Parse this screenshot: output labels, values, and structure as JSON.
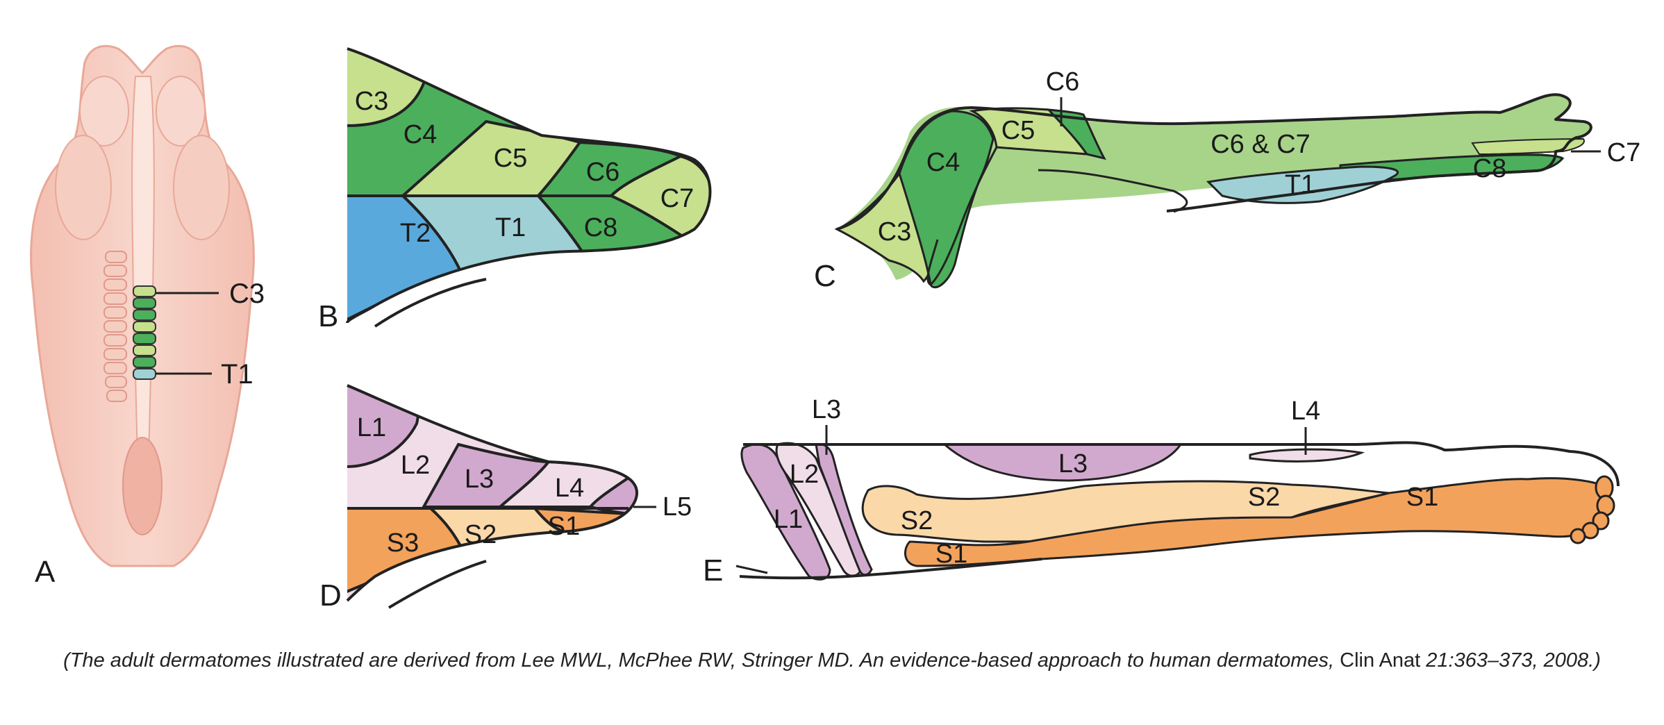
{
  "panels": {
    "a": {
      "letter": "A",
      "labels": {
        "c3": "C3",
        "t1": "T1"
      }
    },
    "b": {
      "letter": "B",
      "segments": {
        "c3": "C3",
        "c4": "C4",
        "c5": "C5",
        "c6": "C6",
        "c7": "C7",
        "c8": "C8",
        "t1": "T1",
        "t2": "T2"
      }
    },
    "c": {
      "letter": "C",
      "segments": {
        "c3": "C3",
        "c4": "C4",
        "c5": "C5",
        "c6": "C6",
        "c6c7": "C6 & C7",
        "c7": "C7",
        "c8": "C8",
        "t1": "T1"
      }
    },
    "d": {
      "letter": "D",
      "segments": {
        "l1": "L1",
        "l2": "L2",
        "l3": "L3",
        "l4": "L4",
        "l5": "L5",
        "s1": "S1",
        "s2": "S2",
        "s3": "S3"
      }
    },
    "e": {
      "letter": "E",
      "segments": {
        "l1": "L1",
        "l2": "L2",
        "l3_top": "L3",
        "l3": "L3",
        "l4": "L4",
        "s1_left": "S1",
        "s1_right": "S1",
        "s2_left": "S2",
        "s2_right": "S2"
      }
    }
  },
  "caption": {
    "part1": "(The adult dermatomes illustrated are derived from Lee MWL, McPhee RW, Stringer MD. An evidence-based approach to human dermatomes,",
    "part2": " Clin Anat ",
    "part3": "21:363–373, 2008.)"
  },
  "colors": {
    "dark_green": "#4caf5c",
    "light_green": "#c6e08e",
    "mid_green": "#a8d48a",
    "blue": "#5aa9dc",
    "light_blue": "#9fd0d6",
    "light_purple": "#f0dde8",
    "purple": "#d2a9ce",
    "orange": "#f3a25c",
    "peach": "#fbd8a8",
    "skin": "#f5c8bc"
  }
}
